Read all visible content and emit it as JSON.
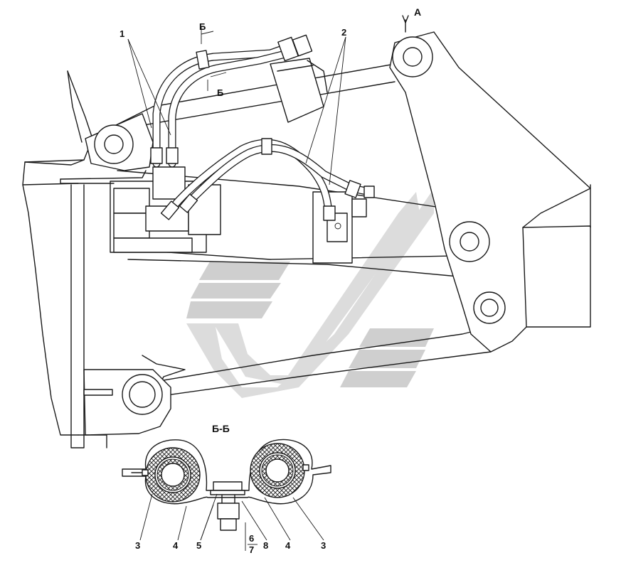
{
  "view_label": "А",
  "section_mark": "Б",
  "section_title": "Б-Б",
  "callouts_main": [
    "1",
    "2"
  ],
  "callouts_section": [
    "3",
    "4",
    "5",
    "8",
    "4",
    "3"
  ],
  "callout_fraction": {
    "numerator": "6",
    "denominator": "7"
  },
  "colors": {
    "line": "#1a1a1a",
    "watermark": "#cfcfcf",
    "background": "#ffffff"
  }
}
